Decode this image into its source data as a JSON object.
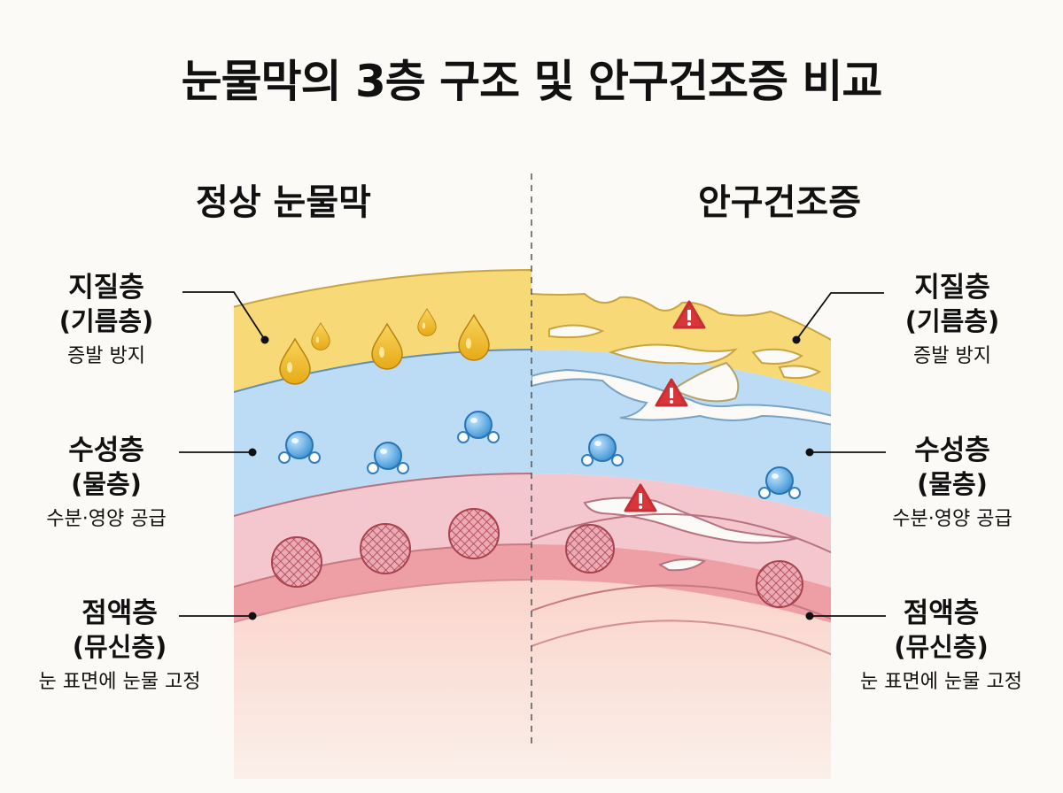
{
  "title": "눈물막의 3층 구조 및 안구건조증 비교",
  "panels": {
    "normal": {
      "title": "정상 눈물막"
    },
    "dry": {
      "title": "안구건조증"
    }
  },
  "layers": {
    "lipid": {
      "name": "지질층",
      "sub": "(기름층)",
      "desc": "증발 방지"
    },
    "aqueous": {
      "name": "수성층",
      "sub": "(물층)",
      "desc": "수분·영양 공급"
    },
    "mucin": {
      "name": "점액층",
      "sub": "(뮤신층)",
      "desc": "눈 표면에 눈물 고정"
    }
  },
  "colors": {
    "lipid": "#f7d977",
    "aqueous": "#bcdcf5",
    "mucin": "#f4c7cf",
    "cornea": "#ee9fa5",
    "warning": "#d9353a"
  }
}
